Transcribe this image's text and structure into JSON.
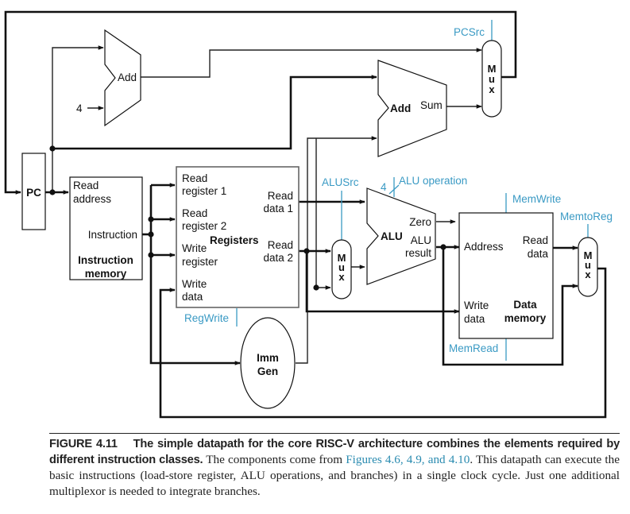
{
  "diagram": {
    "components": {
      "pc": "PC",
      "add_pc": "Add",
      "const_four": "4",
      "add_branch": "Add",
      "add_branch_sum": "Sum",
      "pc_mux": [
        "M",
        "u",
        "x"
      ],
      "instruction_memory": {
        "read_address": [
          "Read",
          "address"
        ],
        "instruction": "Instruction",
        "title": [
          "Instruction",
          "memory"
        ]
      },
      "registers": {
        "read_register_1": [
          "Read",
          "register 1"
        ],
        "read_register_2": [
          "Read",
          "register 2"
        ],
        "write_register": [
          "Write",
          "register"
        ],
        "write_data": [
          "Write",
          "data"
        ],
        "read_data_1": [
          "Read",
          "data 1"
        ],
        "read_data_2": [
          "Read",
          "data 2"
        ],
        "title": "Registers"
      },
      "imm_gen": [
        "Imm",
        "Gen"
      ],
      "alusrc_mux": [
        "M",
        "u",
        "x"
      ],
      "alu": {
        "title": "ALU",
        "zero": "Zero",
        "result": [
          "ALU",
          "result"
        ],
        "op_width": "4"
      },
      "data_memory": {
        "address": "Address",
        "read_data": [
          "Read",
          "data"
        ],
        "write_data": [
          "Write",
          "data"
        ],
        "title": [
          "Data",
          "memory"
        ]
      },
      "memtoreg_mux": [
        "M",
        "u",
        "x"
      ]
    },
    "control_signals": {
      "pcsrc": "PCSrc",
      "alusrc": "ALUSrc",
      "alu_operation": "ALU operation",
      "memwrite": "MemWrite",
      "memtoreg": "MemtoReg",
      "regwrite": "RegWrite",
      "memread": "MemRead"
    },
    "colors": {
      "control": "#3a9ac4",
      "wire": "#111111",
      "link": "#2a8bb0"
    }
  },
  "caption": {
    "figure_label": "FIGURE 4.11",
    "title": "The simple datapath for the core RISC-V architecture combines the elements required by different instruction classes.",
    "text_before_link": "The components come from ",
    "link_text": "Figures 4.6, 4.9, and 4.10",
    "text_after_link": ". This datapath can execute the basic instructions (load-store register, ALU operations, and branches) in a single clock cycle. Just one additional multiplexor is needed to integrate branches."
  }
}
